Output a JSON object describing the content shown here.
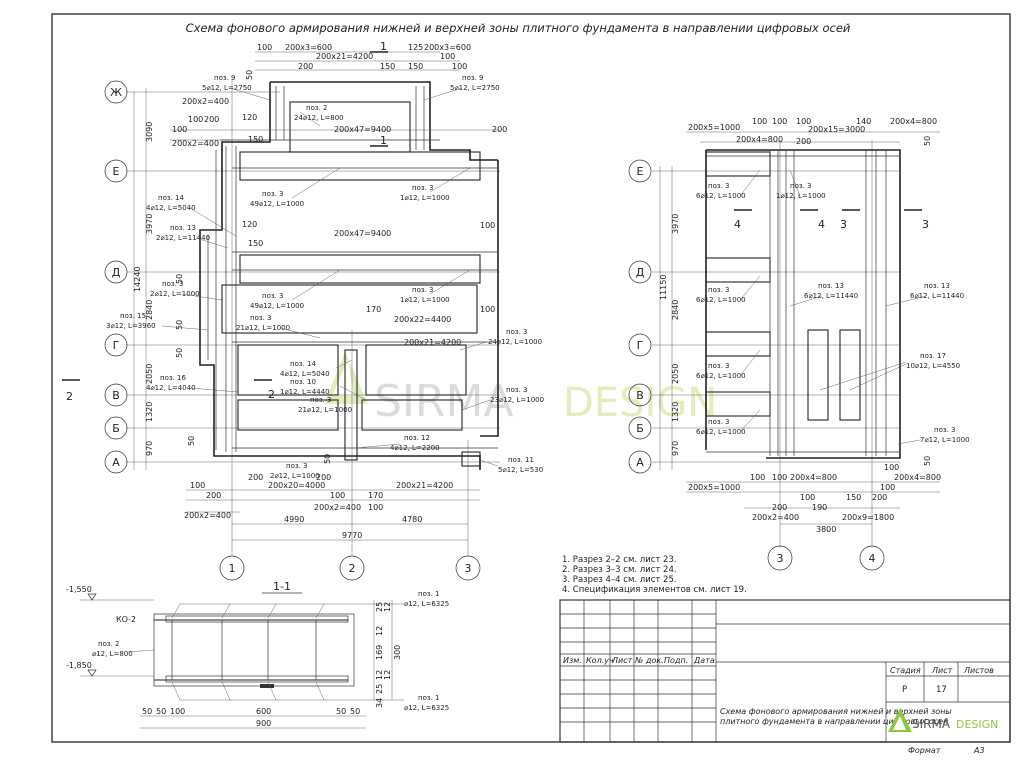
{
  "title": "Схема фонового армирования нижней и верхней зоны плитного фундамента в направлении цифровых осей",
  "axes_letters_left": [
    "Ж",
    "Е",
    "Д",
    "Г",
    "В",
    "Б",
    "А"
  ],
  "axes_letters_right": [
    "Е",
    "Д",
    "Г",
    "В",
    "Б",
    "А"
  ],
  "axes_numbers_left": [
    "1",
    "2",
    "3"
  ],
  "axes_numbers_right": [
    "3",
    "4"
  ],
  "left_plan": {
    "top_dims": [
      "100",
      "200x3=600",
      "1",
      "125",
      "200x3=600",
      "100",
      "200x21=4200",
      "200",
      "150",
      "150",
      "150",
      "100"
    ],
    "vert_dims": [
      "3090",
      "3970",
      "14240",
      "2840",
      "2050",
      "1320",
      "970"
    ],
    "spans": [
      "4990",
      "4780",
      "9770"
    ],
    "bottom_dims": [
      "100",
      "200",
      "200x2=400",
      "200",
      "200x20=4000",
      "200",
      "100",
      "200x2=400",
      "100",
      "170",
      "200x21=4200",
      "100"
    ],
    "inner_dims": [
      "200x47=9400",
      "200x47=9400",
      "200x22=4400",
      "200x21=4200",
      "200",
      "100",
      "100",
      "120",
      "150",
      "120",
      "150",
      "170",
      "50",
      "50",
      "50",
      "50",
      "50",
      "50"
    ],
    "left_dims": [
      "100",
      "200",
      "100",
      "200x2=400",
      "100",
      "200x2=400",
      "100",
      "50"
    ],
    "positions": [
      {
        "pos": "поз. 9",
        "spec": "5⌀12, L=2750"
      },
      {
        "pos": "поз. 9",
        "spec": "5⌀12, L=2750"
      },
      {
        "pos": "поз. 2",
        "spec": "24⌀12, L=800"
      },
      {
        "pos": "поз. 3",
        "spec": "49⌀12, L=1000"
      },
      {
        "pos": "поз. 3",
        "spec": "1⌀12, L=1000"
      },
      {
        "pos": "поз. 14",
        "spec": "4⌀12, L=5040"
      },
      {
        "pos": "поз. 13",
        "spec": "2⌀12, L=11440"
      },
      {
        "pos": "поз. 3",
        "spec": "2⌀12, L=1000"
      },
      {
        "pos": "поз. 15",
        "spec": "3⌀12, L=3960"
      },
      {
        "pos": "поз. 3",
        "spec": "49⌀12, L=1000"
      },
      {
        "pos": "поз. 3",
        "spec": "1⌀12, L=1000"
      },
      {
        "pos": "поз. 3",
        "spec": "21⌀12, L=1000"
      },
      {
        "pos": "поз. 3",
        "spec": "24⌀12, L=1000"
      },
      {
        "pos": "поз. 16",
        "spec": "4⌀12, L=4040"
      },
      {
        "pos": "поз. 14",
        "spec": "4⌀12, L=5040"
      },
      {
        "pos": "поз. 10",
        "spec": "1⌀12, L=4440"
      },
      {
        "pos": "поз. 3",
        "spec": "21⌀12, L=1000"
      },
      {
        "pos": "поз. 3",
        "spec": "23⌀12, L=1000"
      },
      {
        "pos": "поз. 12",
        "spec": "4⌀12, L=2200"
      },
      {
        "pos": "поз. 3",
        "spec": "2⌀12, L=1000"
      },
      {
        "pos": "поз. 11",
        "spec": "5⌀12, L=530"
      }
    ],
    "section_marks": [
      "1",
      "1",
      "2",
      "2"
    ]
  },
  "right_plan": {
    "top_dims": [
      "200x5=1000",
      "100",
      "100",
      "100",
      "140",
      "200x4=800",
      "200x15=3000",
      "200x4=800",
      "200",
      "50"
    ],
    "vert_dims": [
      "3970",
      "11150",
      "2840",
      "2050",
      "1320",
      "970"
    ],
    "span": "3800",
    "bottom_dims": [
      "100",
      "100",
      "200x4=800",
      "200",
      "200",
      "100",
      "190",
      "150",
      "200",
      "200x2=400",
      "200x9=1800",
      "200x5=1000",
      "100",
      "100",
      "200x4=800",
      "50"
    ],
    "positions": [
      {
        "pos": "поз. 3",
        "spec": "6⌀12, L=1000"
      },
      {
        "pos": "поз. 3",
        "spec": "1⌀12, L=1000"
      },
      {
        "pos": "поз. 3",
        "spec": "6⌀12, L=1000"
      },
      {
        "pos": "поз. 13",
        "spec": "6⌀12, L=11440"
      },
      {
        "pos": "поз. 13",
        "spec": "6⌀12, L=11440"
      },
      {
        "pos": "поз. 3",
        "spec": "6⌀12, L=1000"
      },
      {
        "pos": "поз. 17",
        "spec": "10⌀12, L=4550"
      },
      {
        "pos": "поз. 3",
        "spec": "6⌀12, L=1000"
      },
      {
        "pos": "поз. 3",
        "spec": "7⌀12, L=1000"
      }
    ],
    "section_marks": [
      "4",
      "4",
      "3",
      "3"
    ]
  },
  "section": {
    "title": "1-1",
    "levels": [
      "-1,550",
      "-1,850"
    ],
    "label_ko": "КО-2",
    "pos_top": {
      "pos": "поз. 1",
      "spec": "⌀12, L=6325"
    },
    "pos_bottom": {
      "pos": "поз. 1",
      "spec": "⌀12, L=6325"
    },
    "pos_left": {
      "pos": "поз. 2",
      "spec": "⌀12, L=800"
    },
    "bottom_dims": [
      "50",
      "50",
      "100",
      "600",
      "50",
      "50",
      "900"
    ],
    "right_dims": [
      "25",
      "12",
      "12",
      "169",
      "300",
      "12",
      "12",
      "25",
      "34"
    ]
  },
  "notes": [
    "1. Разрез 2–2 см. лист 23.",
    "2. Разрез 3–3 см. лист 24.",
    "3. Разрез 4–4 см. лист 25.",
    "4. Спецификация элементов см. лист 19."
  ],
  "stamp": {
    "headers": [
      "Изм.",
      "Кол.уч",
      "Лист",
      "№ док.",
      "Подп.",
      "Дата"
    ],
    "stage_label": "Стадия",
    "sheet_label": "Лист",
    "sheets_label": "Листов",
    "stage_value": "Р",
    "sheet_value": "17",
    "drawing_title_1": "Схема фонового армирования нижней и верхней зоны",
    "drawing_title_2": "плитного фундамента в направлении цифровых осей",
    "company_1": "SIRMA",
    "company_2": "DESIGN",
    "format_label": "Формат",
    "format_value": "А3"
  },
  "watermark": {
    "text_1": "SIRMA",
    "text_2": "DESIGN"
  },
  "colors": {
    "line": "#222222",
    "watermark_grey": "#cfcfcf",
    "watermark_green": "#d7e9a6",
    "logo_green": "#8dc63f"
  }
}
